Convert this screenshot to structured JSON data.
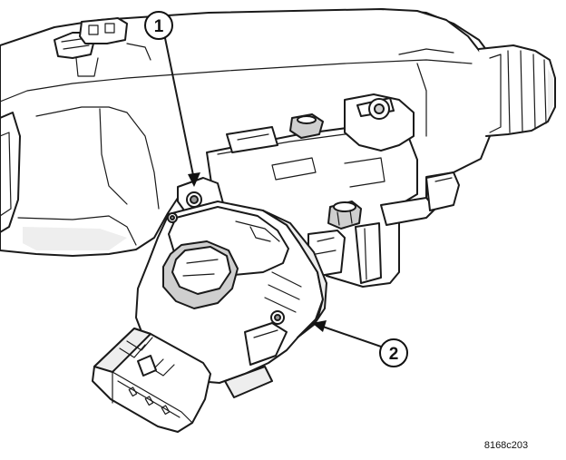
{
  "callouts": [
    {
      "number": "1"
    },
    {
      "number": "2"
    }
  ],
  "figure_id": "8168c203"
}
